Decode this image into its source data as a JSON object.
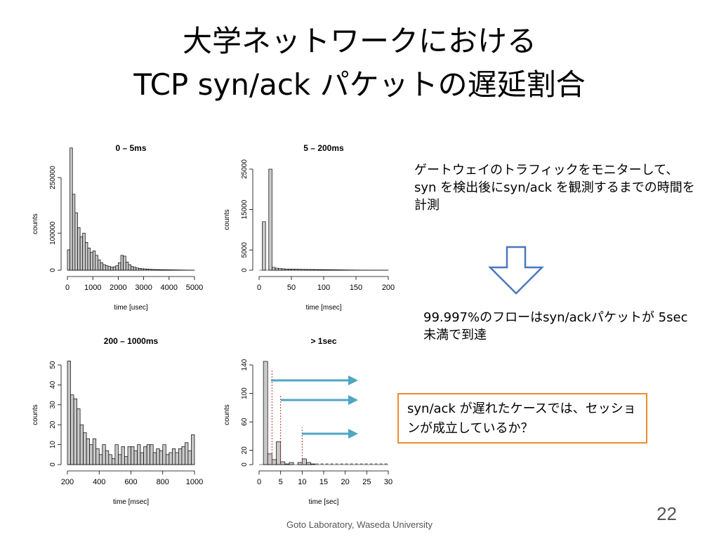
{
  "slide": {
    "title_line1": "大学ネットワークにおける",
    "title_line2": "TCP syn/ack パケットの遅延割合",
    "note1": "ゲートウェイのトラフィックをモニターして、syn を検出後にsyn/ack を観測するまでの時間を計測",
    "note2": "99.997%のフローはsyn/ackパケットが 5sec 未満で到達",
    "boxed_note": "syn/ack が遅れたケースでは、セッションが成立しているか？",
    "footer": "Goto Laboratory, Waseda University",
    "page_number": "22",
    "colors": {
      "arrow": "#4fa5c4",
      "box_border": "#f08c2a",
      "down_arrow": "#4a78bd",
      "bar_fill": "#c8c8c8",
      "marker_line": "#b03a2e"
    },
    "down_arrow_icon": "down-arrow-outline-icon",
    "right_arrow_icon": "right-arrow-icon"
  },
  "chart_data": [
    {
      "type": "bar",
      "title": "0 – 5ms",
      "xlabel": "time [usec]",
      "ylabel": "counts",
      "xlim": [
        0,
        5000
      ],
      "ylim": [
        0,
        250000
      ],
      "xticks": [
        "0",
        "1000",
        "2000",
        "3000",
        "4000",
        "5000"
      ],
      "yticks": [
        "0",
        "100000",
        "250000"
      ],
      "bin_width": 100,
      "values": [
        55000,
        330000,
        205000,
        155000,
        115000,
        90000,
        100000,
        75000,
        60000,
        48000,
        52000,
        40000,
        28000,
        20000,
        15000,
        12000,
        10000,
        8000,
        9000,
        12000,
        20000,
        40000,
        38000,
        22000,
        15000,
        10000,
        8000,
        6000,
        5000,
        4000,
        3500,
        3000,
        2500,
        2000,
        1800,
        1500,
        1400,
        1300,
        1200,
        1100,
        1000,
        900,
        800,
        700,
        600,
        500,
        400,
        300,
        200,
        100
      ]
    },
    {
      "type": "bar",
      "title": "5 – 200ms",
      "xlabel": "time [msec]",
      "ylabel": "counts",
      "xlim": [
        0,
        200
      ],
      "ylim": [
        0,
        25000
      ],
      "xticks": [
        "0",
        "50",
        "100",
        "150",
        "200"
      ],
      "yticks": [
        "0",
        "5000",
        "15000",
        "25000"
      ],
      "bin_width": 5,
      "values": [
        0,
        12000,
        0,
        25000,
        700,
        500,
        400,
        350,
        300,
        280,
        260,
        240,
        220,
        200,
        190,
        180,
        170,
        160,
        150,
        140,
        130,
        120,
        110,
        100,
        90,
        80,
        70,
        60,
        50,
        40,
        35,
        30,
        25,
        20,
        18,
        15,
        12,
        10,
        8,
        5
      ]
    },
    {
      "type": "bar",
      "title": "200 – 1000ms",
      "xlabel": "time [msec]",
      "ylabel": "counts",
      "xlim": [
        200,
        1000
      ],
      "ylim": [
        0,
        50
      ],
      "xticks": [
        "200",
        "400",
        "600",
        "800",
        "1000"
      ],
      "yticks": [
        "0",
        "10",
        "20",
        "30",
        "40",
        "50"
      ],
      "bin_width": 20,
      "values": [
        52,
        35,
        33,
        28,
        20,
        16,
        13,
        10,
        13,
        8,
        5,
        10,
        7,
        5,
        3,
        10,
        5,
        9,
        4,
        9,
        9,
        7,
        10,
        6,
        9,
        10,
        10,
        6,
        8,
        7,
        10,
        5,
        6,
        8,
        6,
        8,
        9,
        11,
        7,
        15
      ]
    },
    {
      "type": "bar",
      "title": "> 1sec",
      "xlabel": "time [sec]",
      "ylabel": "counts",
      "xlim": [
        0,
        30
      ],
      "ylim": [
        0,
        140
      ],
      "xticks": [
        "0",
        "5",
        "10",
        "15",
        "20",
        "25",
        "30"
      ],
      "yticks": [
        "0",
        "20",
        "60",
        "100",
        "140"
      ],
      "bin_width": 1,
      "values": [
        0,
        145,
        15,
        7,
        32,
        4,
        1,
        3,
        0,
        3,
        8,
        3,
        1,
        0,
        0,
        0,
        0,
        0,
        0,
        0,
        0,
        0,
        0,
        0,
        0,
        0,
        0,
        0,
        0,
        0
      ],
      "markers_x": [
        3,
        5,
        10
      ]
    }
  ]
}
